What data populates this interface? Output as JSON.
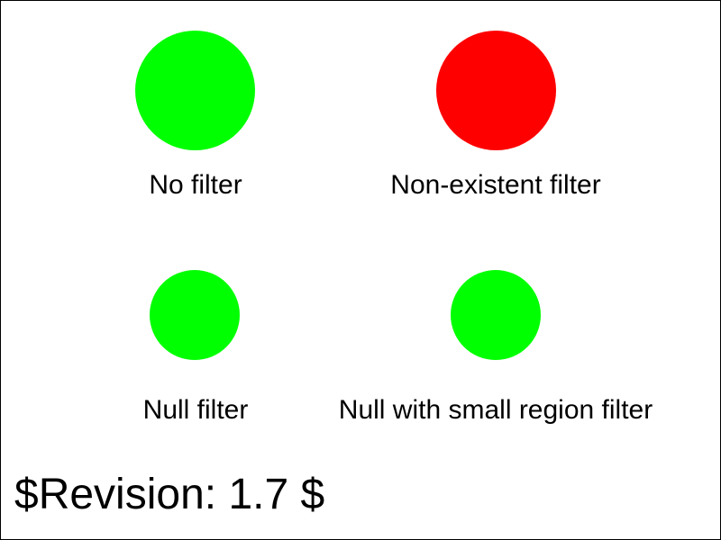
{
  "colors": {
    "pass": "#00ff00",
    "fail": "#ff0000",
    "text": "#000000",
    "border": "#000000"
  },
  "tests": [
    {
      "label": "No filter",
      "color": "#00ff00"
    },
    {
      "label": "Non-existent filter",
      "color": "#ff0000"
    },
    {
      "label": "Null filter",
      "color": "#00ff00"
    },
    {
      "label": "Null with small region filter",
      "color": "#00ff00"
    }
  ],
  "revision": "$Revision: 1.7 $"
}
